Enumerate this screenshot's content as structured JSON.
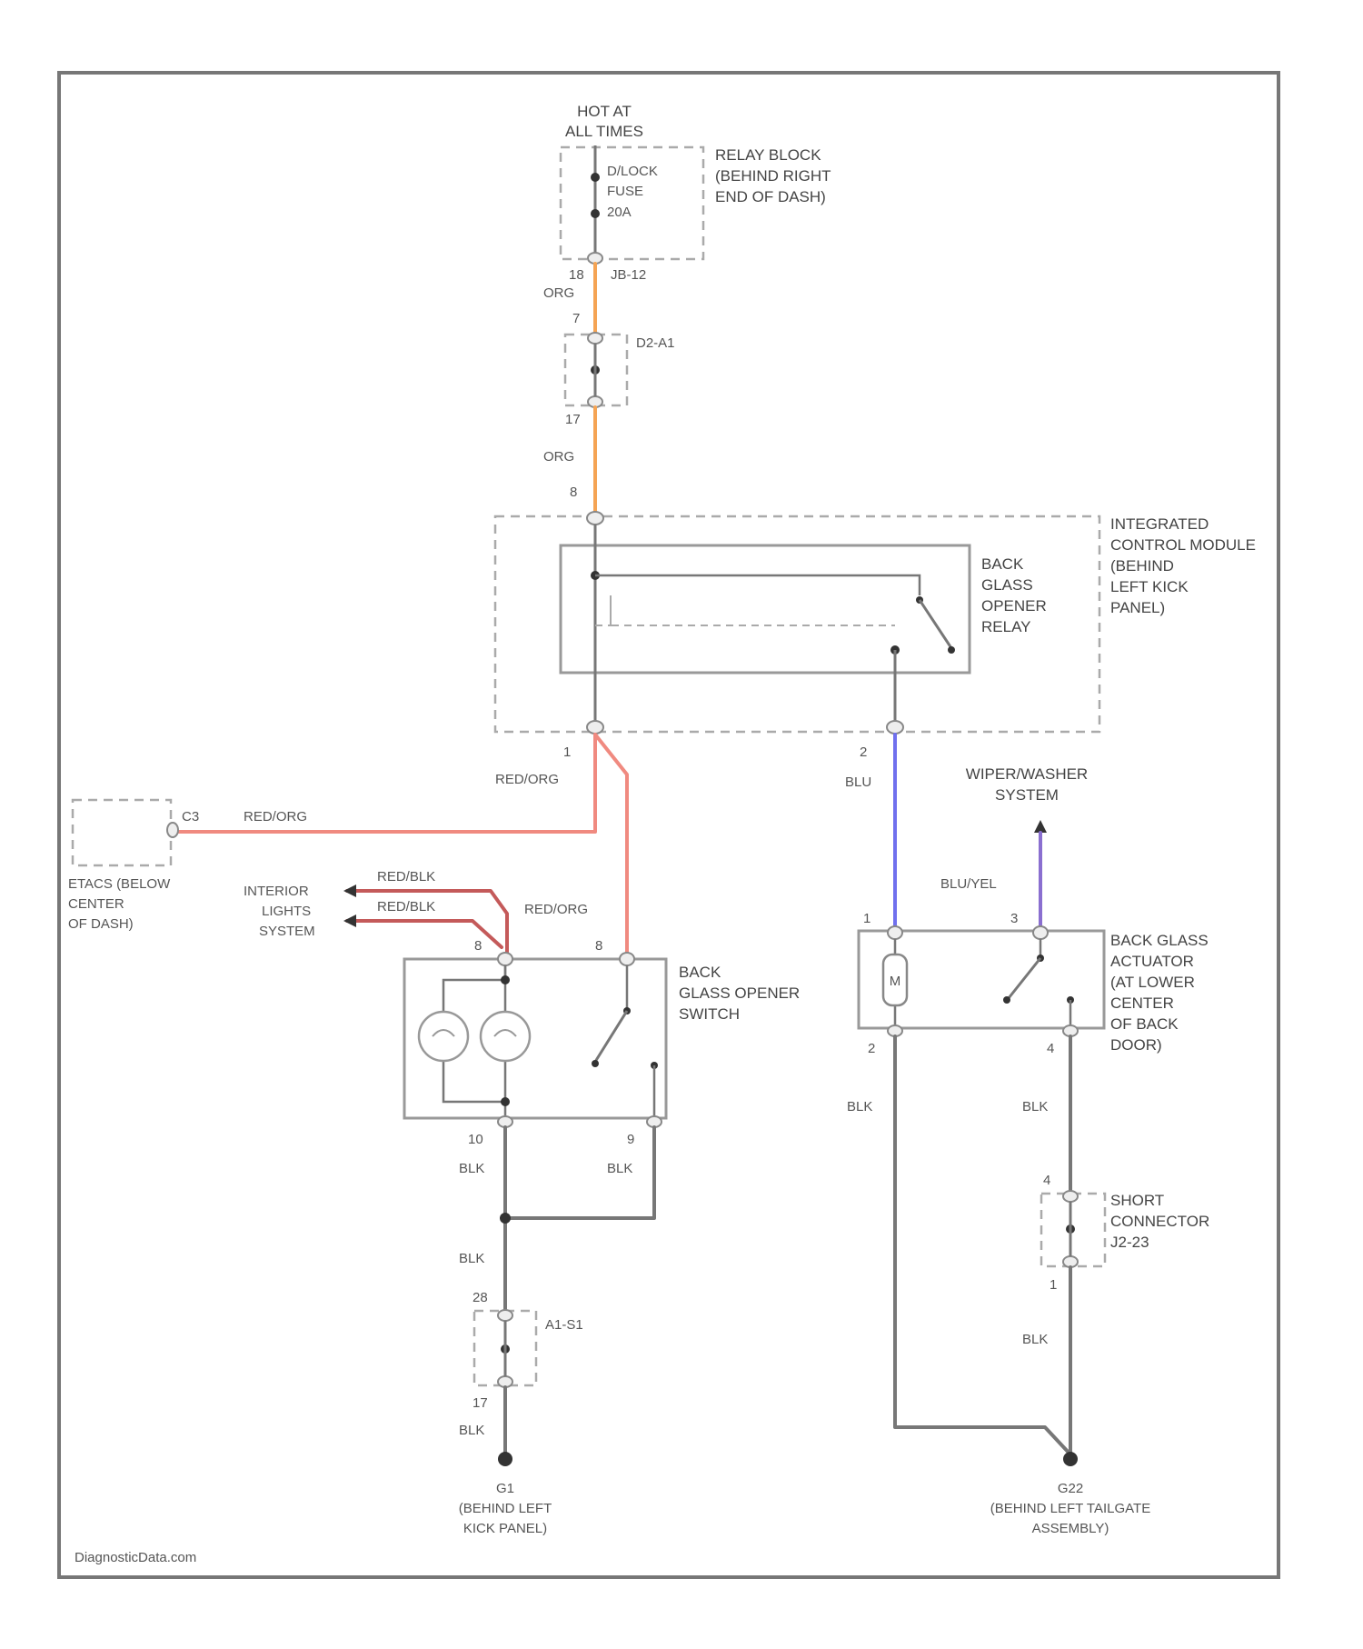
{
  "colors": {
    "org": "#f5a454",
    "red_org": "#f08a80",
    "red_blk": "#c45a5a",
    "blu": "#7070ee",
    "blu_yel": "#8a6fd0",
    "blk": "#777777"
  },
  "power": {
    "hot": [
      "HOT AT",
      "ALL TIMES"
    ],
    "fuse": [
      "D/LOCK",
      "FUSE",
      "20A"
    ],
    "relay_block": [
      "RELAY BLOCK",
      "(BEHIND RIGHT",
      "END OF DASH)"
    ],
    "jb": "JB-12",
    "pin_top": "18",
    "pin_b": "7"
  },
  "connectors": {
    "top": "D2-A1",
    "bottom": "A1-S1",
    "pin_top_conn": "17",
    "pin_bot_conn": "28"
  },
  "icm": {
    "label": [
      "INTEGRATED",
      "CONTROL MODULE",
      "(BEHIND",
      "LEFT KICK",
      "PANEL)"
    ],
    "relay": [
      "BACK",
      "GLASS",
      "OPENER",
      "RELAY"
    ],
    "pin_in": "8",
    "pin_1": "1",
    "pin_2": "2"
  },
  "etacs": {
    "label": [
      "ETACS (BELOW",
      "CENTER",
      "OF DASH)"
    ],
    "pin": "C3"
  },
  "interior": [
    "INTERIOR",
    "LIGHTS",
    "SYSTEM"
  ],
  "switch": {
    "label": [
      "BACK",
      "GLASS OPENER",
      "SWITCH"
    ],
    "pin_8a": "8",
    "pin_8b": "8",
    "pin_10": "10",
    "pin_9": "9"
  },
  "actuator": {
    "label": [
      "BACK GLASS",
      "ACTUATOR",
      "(AT LOWER",
      "CENTER",
      "OF BACK",
      "DOOR)"
    ],
    "pin_1": "1",
    "pin_3": "3",
    "pin_2": "2",
    "pin_4": "4"
  },
  "wiper": [
    "WIPER/WASHER",
    "SYSTEM"
  ],
  "short_conn": {
    "label": [
      "SHORT",
      "CONNECTOR",
      "J2-23"
    ],
    "pin_a": "4",
    "pin_b": "1"
  },
  "wires": {
    "org_a": "ORG",
    "org_b": "ORG",
    "red_org_a": "RED/ORG",
    "red_org_b": "RED/ORG",
    "red_org_c": "RED/ORG",
    "red_blk_a": "RED/BLK",
    "red_blk_b": "RED/BLK",
    "blu": "BLU",
    "blu_yel": "BLU/YEL",
    "blk_a": "BLK",
    "blk_b": "BLK",
    "blk_c": "BLK",
    "blk_d": "BLK",
    "blk_e": "BLK",
    "blk_f": "BLK",
    "blk_g": "BLK"
  },
  "grounds": {
    "g1": [
      "G1",
      "(BEHIND LEFT",
      "KICK PANEL)"
    ],
    "g2": [
      "G22",
      "(BEHIND LEFT TAILGATE",
      "ASSEMBLY)"
    ]
  },
  "footer": "DiagnosticData.com"
}
